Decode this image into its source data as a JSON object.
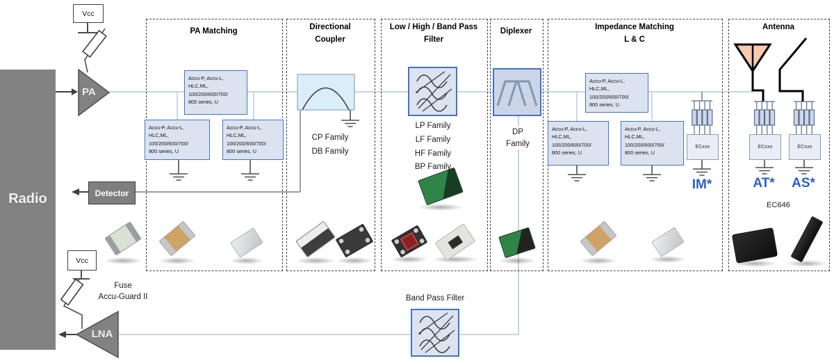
{
  "colors": {
    "accent_blue": "#4472C4",
    "component_box_fill": "#DCE3F0",
    "tag_blue": "#2B5FC7",
    "block_gray": "#808080",
    "signal_line_blue": "#B4C7E7",
    "wire_gray": "#595959"
  },
  "radio": {
    "label": "Radio"
  },
  "pa": {
    "label": "PA"
  },
  "lna": {
    "label": "LNA"
  },
  "detector": {
    "label": "Detector"
  },
  "vcc_top": {
    "label": "Vcc"
  },
  "vcc_bottom": {
    "label": "Vcc"
  },
  "fuse": {
    "line1": "Fuse",
    "line2": "Accu-Guard II"
  },
  "component_box_text": {
    "line1": "Accu-P, Accu-L,",
    "line2": "HLC,ML,",
    "line3": "100/200/600/700/",
    "line4": "800 series, U"
  },
  "sections": {
    "pa_matching": {
      "title": "PA Matching"
    },
    "directional_coupler": {
      "title_line1": "Directional",
      "title_line2": "Coupler",
      "families": [
        "CP Family",
        "DB Family"
      ]
    },
    "filter": {
      "title_line1": "Low / High / Band Pass",
      "title_line2": "Filter",
      "families": [
        "LP Family",
        "LF Family",
        "HF Family",
        "BP Family"
      ]
    },
    "diplexer": {
      "title": "Diplexer",
      "family_line1": "DP",
      "family_line2": "Family"
    },
    "impedance_matching": {
      "title_line1": "Impedance Matching",
      "title_line2": "L & C",
      "ec_label": "ECxxx",
      "tag": "IM*"
    },
    "antenna": {
      "title": "Antenna",
      "tuner1_label": "ECxxx",
      "tuner2_label": "ECxxx",
      "tag_tuner1": "AT*",
      "tag_tuner2": "AS*",
      "part_number": "EC646"
    }
  },
  "rx_path": {
    "filter_label": "Band Pass Filter"
  },
  "component_photos": [
    "smd-fuse-chip",
    "wirewound-inductor-pa",
    "smd-capacitor-pa",
    "coupler-chip-white",
    "coupler-chip-black",
    "filter-chip-red",
    "filter-chip-white",
    "filter-module-green",
    "diplexer-module-green",
    "wirewound-inductor-im",
    "smd-capacitor-im",
    "ec646-qfn-chip",
    "antenna-bar-component"
  ]
}
